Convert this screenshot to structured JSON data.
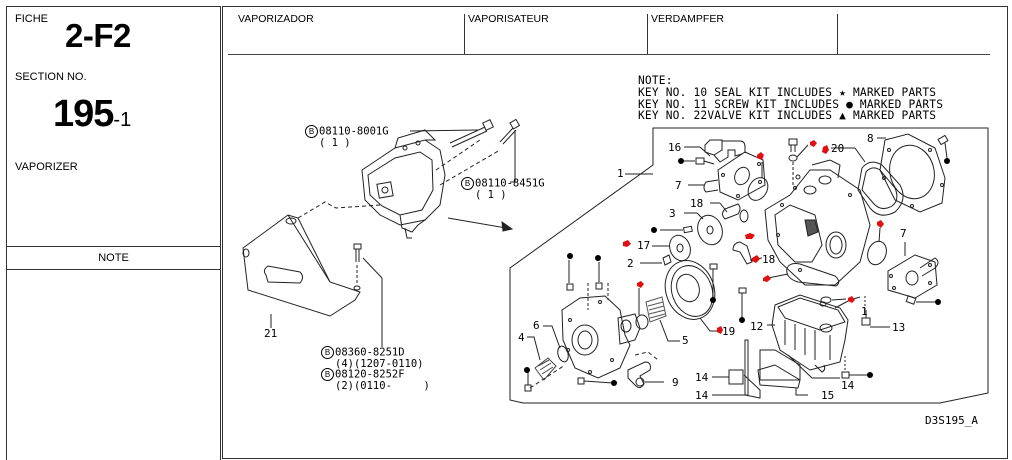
{
  "left_panel": {
    "fiche_label": "FICHE",
    "fiche_value": "2-F2",
    "section_label": "SECTION NO.",
    "section_value": "195",
    "section_suffix": "-1",
    "part_name": "VAPORIZER",
    "note_header": "NOTE"
  },
  "header": {
    "languages": [
      "VAPORIZADOR",
      "VAPORISATEUR",
      "VERDAMPFER",
      ""
    ]
  },
  "notes": {
    "title": "NOTE:",
    "lines": [
      "KEY NO. 10 SEAL KIT INCLUDES ★ MARKED PARTS",
      "KEY NO. 11 SCREW KIT INCLUDES ● MARKED PARTS",
      "KEY NO. 22VALVE KIT INCLUDES ▲ MARKED PARTS"
    ]
  },
  "callouts": {
    "bolt_upper": {
      "badge": "B",
      "part_no": "08110-8001G",
      "qty": "( 1 )"
    },
    "bolt_right": {
      "badge": "B",
      "part_no": "08110-8451G",
      "qty": "( 1 )"
    },
    "bolt_bracket_a": {
      "badge": "B",
      "part_no": "08360-8251D",
      "qty": "(4)(1207-0110)"
    },
    "bolt_bracket_b": {
      "badge": "B",
      "part_no": "08120-8252F",
      "qty": "(2)(0110-     )"
    }
  },
  "keys": {
    "k1": "1",
    "k1b": "1",
    "k2": "2",
    "k3": "3",
    "k4": "4",
    "k5": "5",
    "k6": "6",
    "k7a": "7",
    "k7b": "7",
    "k8": "8",
    "k9": "9",
    "k12": "12",
    "k13": "13",
    "k14a": "14",
    "k14b": "14",
    "k14c": "14",
    "k15": "15",
    "k16": "16",
    "k17": "17",
    "k18a": "18",
    "k18b": "18",
    "k19": "19",
    "k20": "20",
    "k21": "21"
  },
  "drawing_id": "D3S195_A",
  "colors": {
    "marker_red": "#e01010",
    "line": "#222222"
  }
}
